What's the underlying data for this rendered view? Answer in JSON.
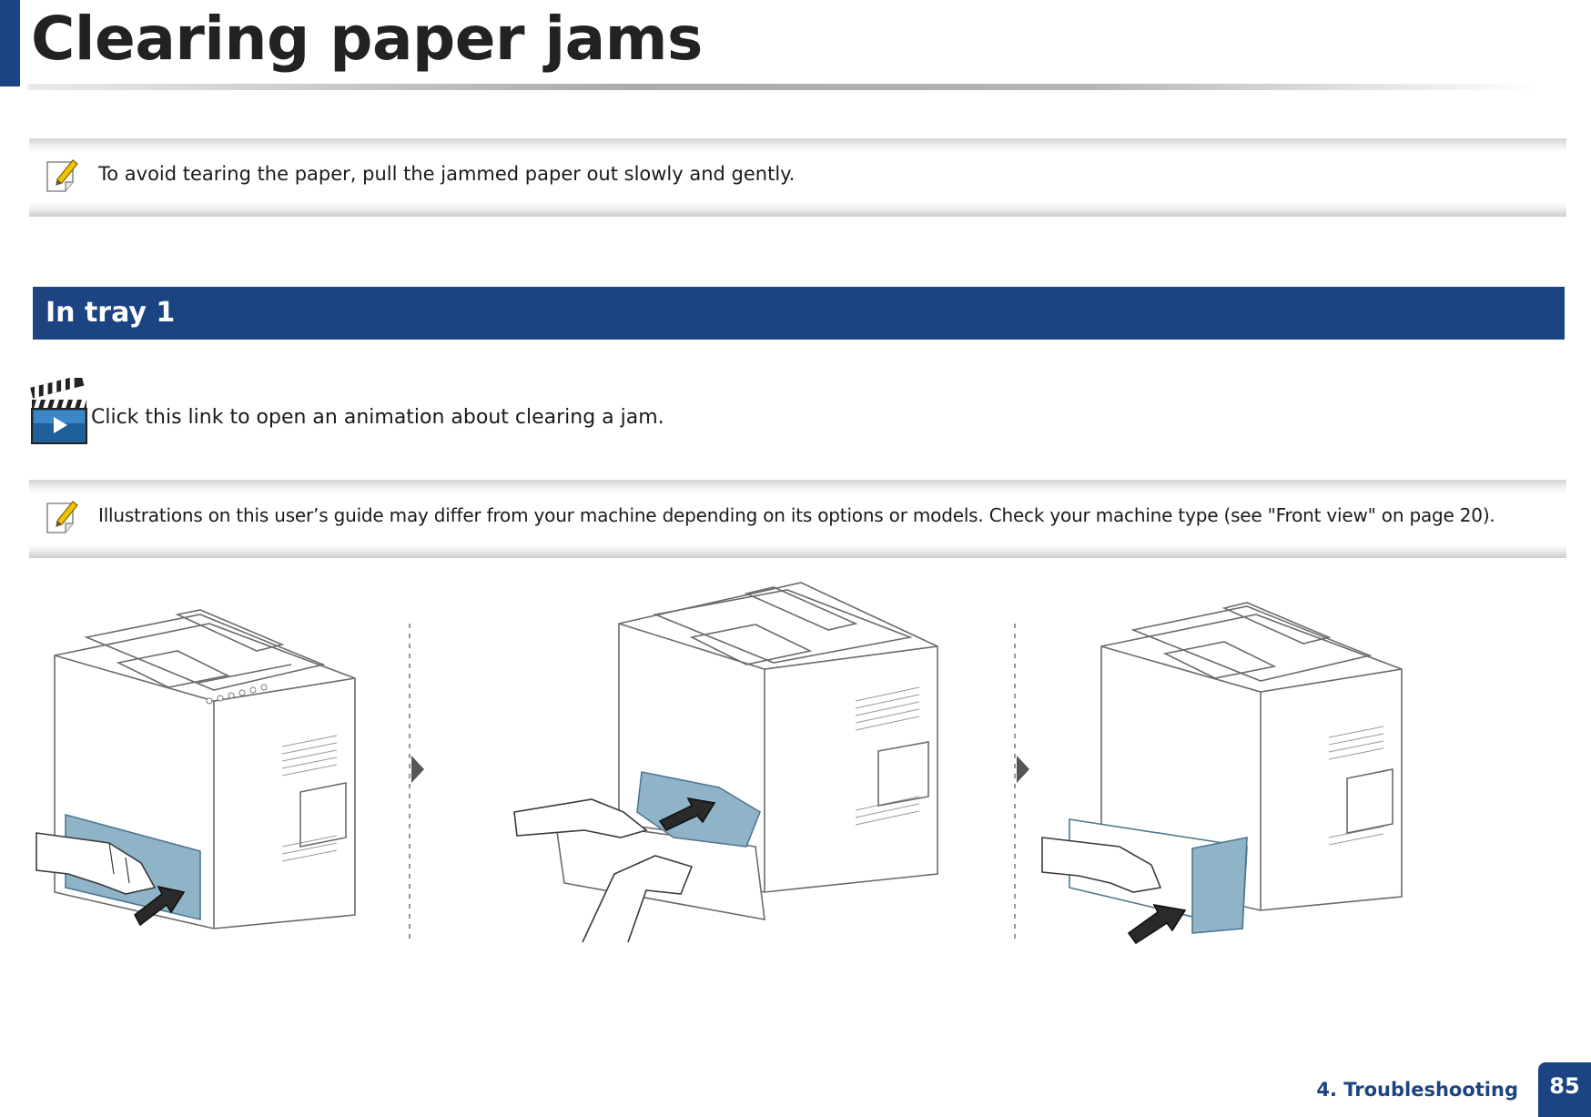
{
  "header": {
    "title": "Clearing paper jams"
  },
  "notes": [
    {
      "text": "To avoid tearing the paper, pull the jammed paper out slowly and gently.",
      "icon": "note-pencil-icon"
    },
    {
      "text": "Illustrations on this user’s guide may differ from your machine depending on its options or models. Check your machine type (see \"Front view\" on page 20).",
      "icon": "note-pencil-icon"
    }
  ],
  "section": {
    "title": "In tray 1"
  },
  "animation": {
    "link_text": "Click this link to open an animation about clearing a jam.",
    "icon": "video-clapper-icon"
  },
  "illustrations": {
    "steps": [
      {
        "id": 1,
        "action": "pull-tray-out"
      },
      {
        "id": 2,
        "action": "remove-jammed-paper"
      },
      {
        "id": 3,
        "action": "insert-tray"
      }
    ],
    "accent_color": "#8fb4c8"
  },
  "footer": {
    "section_label": "4. Troubleshooting",
    "page_number": "85"
  },
  "colors": {
    "brand_blue": "#1c4482",
    "text": "#1a1a1a"
  }
}
